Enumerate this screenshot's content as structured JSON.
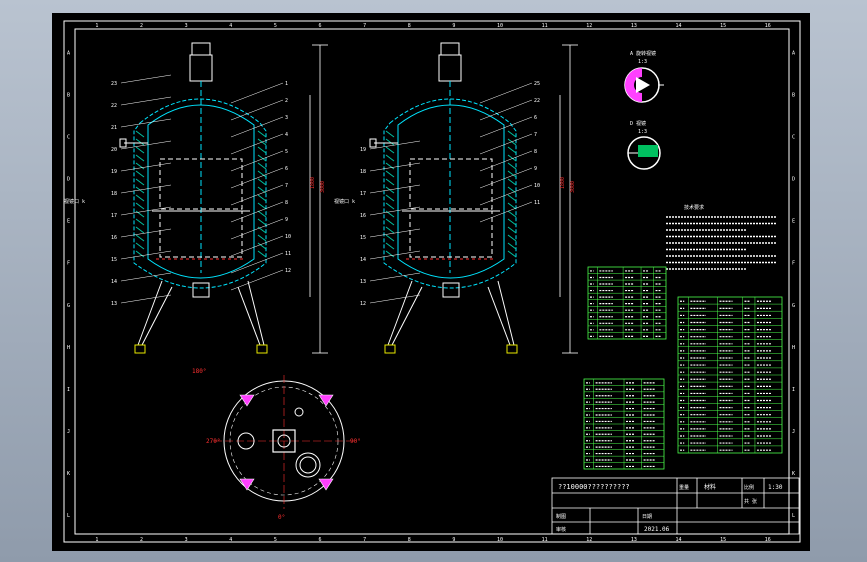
{
  "drawing_title": "??10000??????????",
  "border": {
    "top_numbers": [
      "1",
      "2",
      "3",
      "4",
      "5",
      "6",
      "7",
      "8",
      "9",
      "10",
      "11",
      "12",
      "13",
      "14",
      "15",
      "16"
    ],
    "side_letters": [
      "A",
      "B",
      "C",
      "D",
      "E",
      "F",
      "G",
      "H",
      "I",
      "J",
      "K",
      "L"
    ]
  },
  "vessel_callouts_left": [
    "1",
    "2",
    "3",
    "4",
    "5",
    "6",
    "7",
    "8",
    "9",
    "10",
    "11",
    "12",
    "13",
    "14",
    "15",
    "16",
    "17",
    "18",
    "19",
    "20",
    "21",
    "22",
    "23"
  ],
  "vessel_callouts_right": [
    "25",
    "22",
    "6",
    "7",
    "8",
    "9",
    "10",
    "11",
    "12",
    "13",
    "14",
    "15",
    "16",
    "17",
    "18",
    "19"
  ],
  "side_label_left": "视镜口 k",
  "side_label_right": "视镜口 k",
  "height_dims": [
    "1800",
    "3000"
  ],
  "detail_a": {
    "title": "A 旋转视镜",
    "scale": "1:3"
  },
  "detail_d": {
    "title": "D 视镜",
    "scale": "1:3"
  },
  "plan_angles": {
    "top": "180°",
    "left": "270°",
    "right": "90°",
    "bottom": "0°"
  },
  "tech_title": "技术要求",
  "title_block": {
    "field_weight": "重量",
    "field_material": "材料",
    "field_scale_label": "比例",
    "field_scale_value": "1:30",
    "field_sheet": "共 张",
    "field_drawn": "制图",
    "field_checked": "审核",
    "field_date_label": "日期",
    "field_date_value": "2021.06"
  },
  "colors": {
    "outline": "#ffffff",
    "vessel": "#00e5ff",
    "green_table": "#4cff4c",
    "plan_red": "#ff3030",
    "plan_magenta": "#ff40ff",
    "dim_yellow": "#e8e800"
  }
}
